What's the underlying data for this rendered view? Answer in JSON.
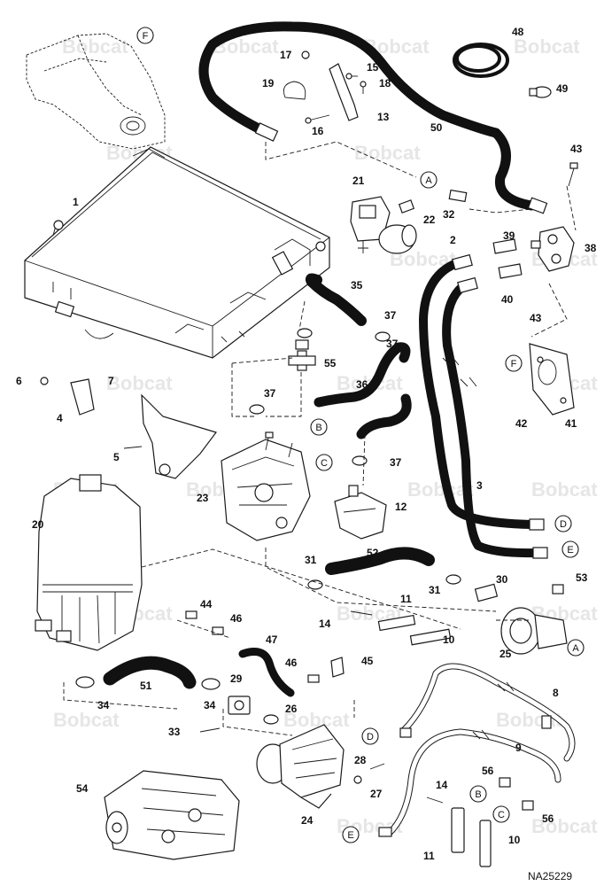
{
  "watermark": {
    "brand": "Bobcat"
  },
  "figure_number": "NA25229",
  "part_numbers": [
    "1",
    "2",
    "3",
    "4",
    "5",
    "6",
    "7",
    "8",
    "9",
    "10",
    "10",
    "11",
    "11",
    "12",
    "13",
    "14",
    "14",
    "15",
    "16",
    "17",
    "18",
    "19",
    "20",
    "21",
    "22",
    "23",
    "24",
    "25",
    "26",
    "27",
    "28",
    "29",
    "30",
    "31",
    "31",
    "32",
    "33",
    "34",
    "34",
    "35",
    "36",
    "37",
    "37",
    "37",
    "37",
    "38",
    "39",
    "40",
    "41",
    "42",
    "43",
    "43",
    "44",
    "45",
    "46",
    "46",
    "47",
    "48",
    "49",
    "50",
    "51",
    "52",
    "53",
    "54",
    "55",
    "56",
    "56"
  ],
  "reference_letters": [
    "A",
    "A",
    "B",
    "B",
    "C",
    "C",
    "D",
    "D",
    "E",
    "E",
    "F",
    "F"
  ]
}
